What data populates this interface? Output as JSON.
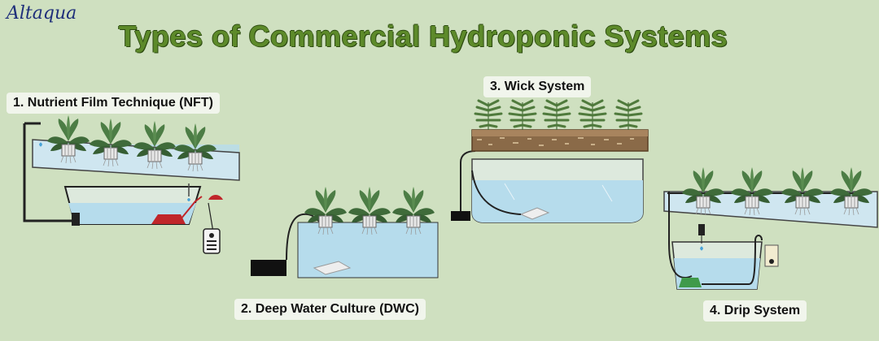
{
  "brand": "Altaqua",
  "title": "Types of Commercial Hydroponic Systems",
  "systems": {
    "nft": {
      "label": "1. Nutrient Film Technique (NFT)"
    },
    "dwc": {
      "label": "2. Deep Water Culture (DWC)"
    },
    "wick": {
      "label": "3. Wick System"
    },
    "drip": {
      "label": "4. Drip System"
    }
  },
  "colors": {
    "background": "#cfe0c0",
    "water": "#b6dcec",
    "leaf": "#3f6b3a",
    "soil": "#8a6a48",
    "pump_red": "#c0262a",
    "pump_green": "#3f9a4a"
  }
}
